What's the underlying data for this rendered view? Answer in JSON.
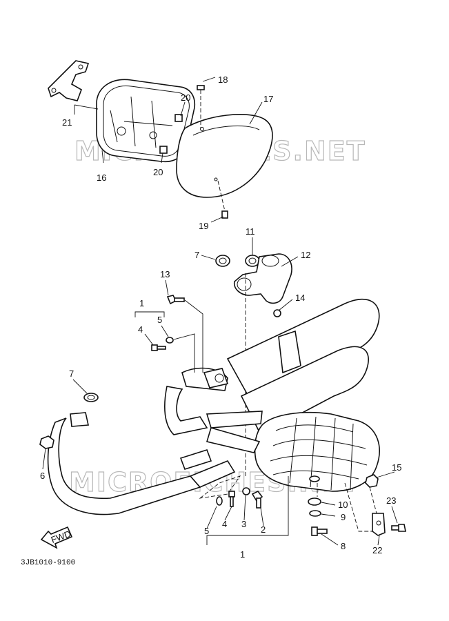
{
  "diagram": {
    "watermark": "MICROFICHES.NET",
    "diagram_code": "3JB1010-9100",
    "fwd_label": "FWD",
    "callouts": {
      "c1_top": "1",
      "c1_bottom": "1",
      "c2": "2",
      "c3": "3",
      "c4_top": "4",
      "c4_bottom": "4",
      "c5_top": "5",
      "c5_bottom": "5",
      "c6": "6",
      "c7_top": "7",
      "c7_left": "7",
      "c8": "8",
      "c9": "9",
      "c10": "10",
      "c11": "11",
      "c12": "12",
      "c13": "13",
      "c14": "14",
      "c15": "15",
      "c16": "16",
      "c17": "17",
      "c18": "18",
      "c19": "19",
      "c20_top": "20",
      "c20_bottom": "20",
      "c21": "21",
      "c22": "22",
      "c23": "23"
    }
  }
}
